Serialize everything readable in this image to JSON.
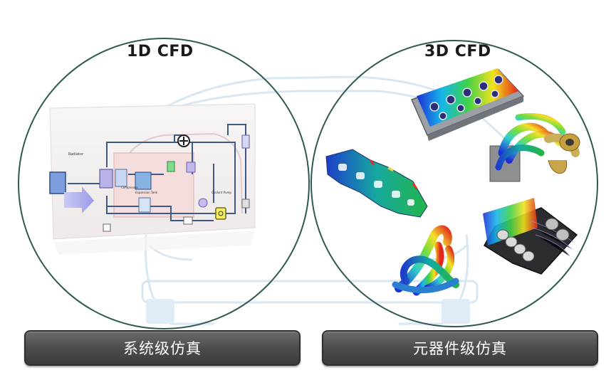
{
  "left_panel": {
    "title": "1D CFD",
    "caption": "系统级仿真",
    "diagram_labels": {
      "radiator": "Radiator",
      "compressor": "Compressor",
      "expansion_tank": "Expansion Tank",
      "coolant_pump": "Coolant Pump"
    }
  },
  "right_panel": {
    "title": "3D CFD",
    "caption": "元器件级仿真",
    "images": [
      "cylinder-head-contour",
      "exhaust-manifold-with-turbo",
      "cooling-jacket-contour",
      "exhaust-header-contour",
      "battery-pack-flow"
    ]
  },
  "colors": {
    "circle_stroke": "#2f5a52",
    "caption_bg": "#4a4a4a",
    "caption_text": "#ffffff",
    "watermark": "#cfe1ee"
  }
}
